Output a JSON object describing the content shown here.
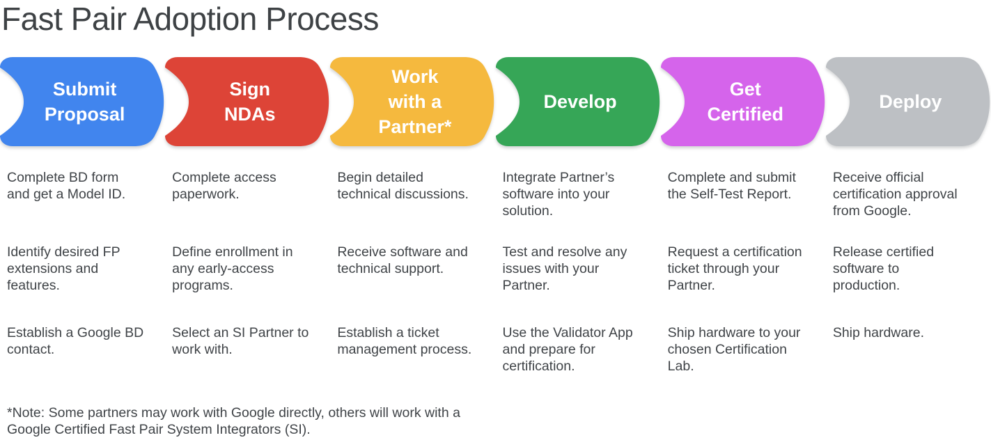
{
  "title": "Fast Pair Adoption Process",
  "note": "*Note: Some partners may work with Google directly, others will work with a Google Certified Fast Pair System Integrators (SI).",
  "colors": {
    "title_text": "#3e4245",
    "body_text": "#3f4347",
    "label_text": "#ffffff"
  },
  "stages": [
    {
      "label": "Submit\nProposal",
      "color": "#4185ee",
      "points": [
        "Complete BD form and get a Model ID.",
        "Identify desired FP extensions and features.",
        "Establish a Google BD contact."
      ]
    },
    {
      "label": "Sign\nNDAs",
      "color": "#dd4437",
      "points": [
        "Complete access paperwork.",
        "Define enrollment in any early-access programs.",
        "Select an SI Partner to work with."
      ]
    },
    {
      "label": "Work\nwith a\nPartner*",
      "color": "#f5b93e",
      "points": [
        "Begin detailed technical discussions.",
        "Receive software and technical support.",
        "Establish a ticket management process."
      ]
    },
    {
      "label": "Develop",
      "color": "#36a657",
      "points": [
        "Integrate Partner’s software into your solution.",
        "Test and resolve any issues with your Partner.",
        "Use the Validator App and prepare for certification."
      ]
    },
    {
      "label": "Get\nCertified",
      "color": "#d564eb",
      "points": [
        "Complete and submit the Self-Test Report.",
        "Request a certification ticket through your Partner.",
        "Ship hardware to your chosen Certification Lab."
      ]
    },
    {
      "label": "Deploy",
      "color": "#bdc0c4",
      "points": [
        "Receive official certification approval from Google.",
        "Release certified software to production.",
        "Ship hardware."
      ]
    }
  ]
}
